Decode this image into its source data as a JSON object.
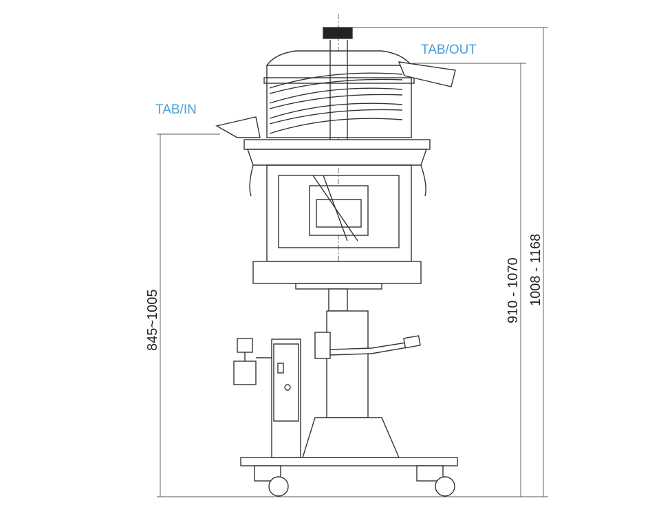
{
  "labels": {
    "tab_out": "TAB/OUT",
    "tab_in": "TAB/IN"
  },
  "dimensions": {
    "infeed_height": "845~1005",
    "outfeed_height": "910 - 1070",
    "total_height": "1008 - 1168"
  },
  "colors": {
    "label": "#4a9fd8",
    "line": "#333333"
  }
}
